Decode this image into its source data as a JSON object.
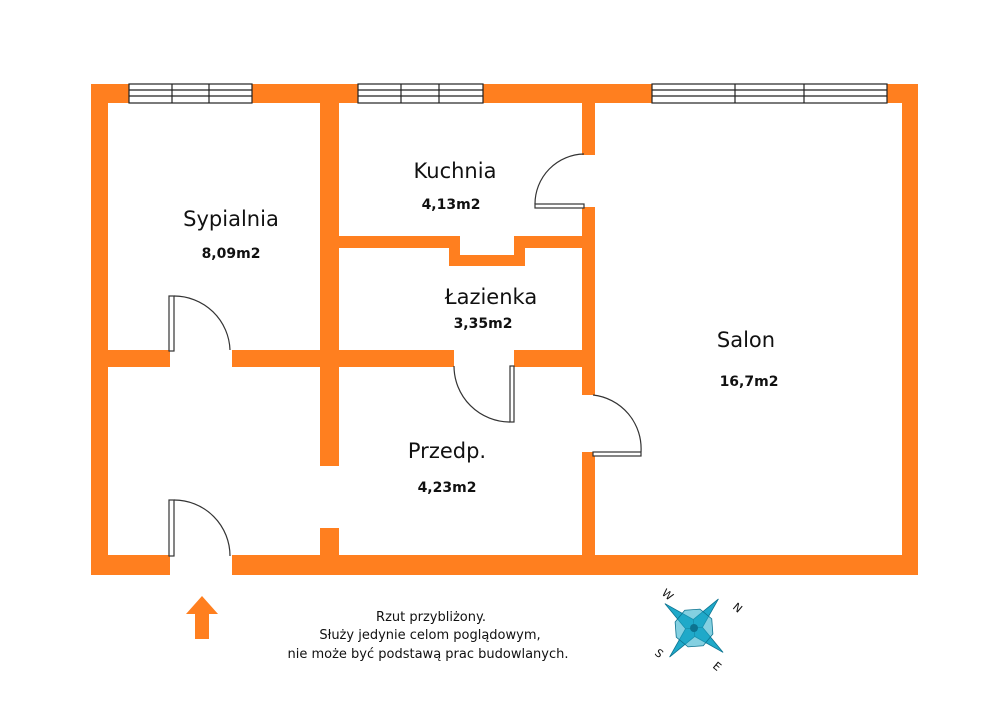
{
  "colors": {
    "wall": "#ff7f1f",
    "door_line": "#333333",
    "window_line": "#222222",
    "compass": "#1fa9c9",
    "compass_dark": "#0d7390"
  },
  "rooms": {
    "sypialnia": {
      "name": "Sypialnia",
      "area": "8,09m2"
    },
    "kuchnia": {
      "name": "Kuchnia",
      "area": "4,13m2"
    },
    "lazienka": {
      "name": "Łazienka",
      "area": "3,35m2"
    },
    "salon": {
      "name": "Salon",
      "area": "16,7m2"
    },
    "przedp": {
      "name": "Przedp.",
      "area": "4,23m2"
    }
  },
  "note": {
    "line1": "Rzut przybliżony.",
    "line2": "Służy jedynie celom poglądowym,",
    "line3": "nie może być podstawą prac budowlanych."
  },
  "compass": {
    "n": "N",
    "e": "E",
    "s": "S",
    "w": "W"
  },
  "icons": {
    "entrance": "entrance-arrow-icon",
    "compass": "compass-rose-icon"
  }
}
